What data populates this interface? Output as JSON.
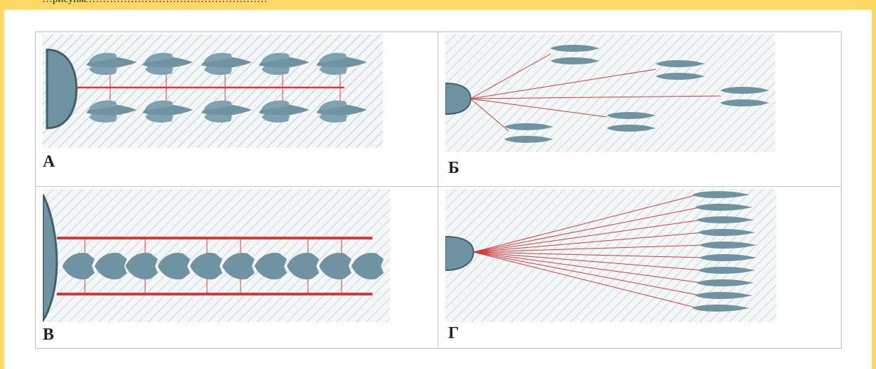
{
  "header": {
    "text": "…рисунке……………………………………………"
  },
  "panels": [
    {
      "id": "a",
      "label": "А"
    },
    {
      "id": "b",
      "label": "Б"
    },
    {
      "id": "c",
      "label": "В"
    },
    {
      "id": "d",
      "label": "Г"
    }
  ],
  "colors": {
    "frame_border": "#ffd966",
    "ship": "#6f93a1",
    "rope": "#d23b3b",
    "hatch": "#c9d3d8",
    "panel_bg": "#f4f7f8"
  }
}
